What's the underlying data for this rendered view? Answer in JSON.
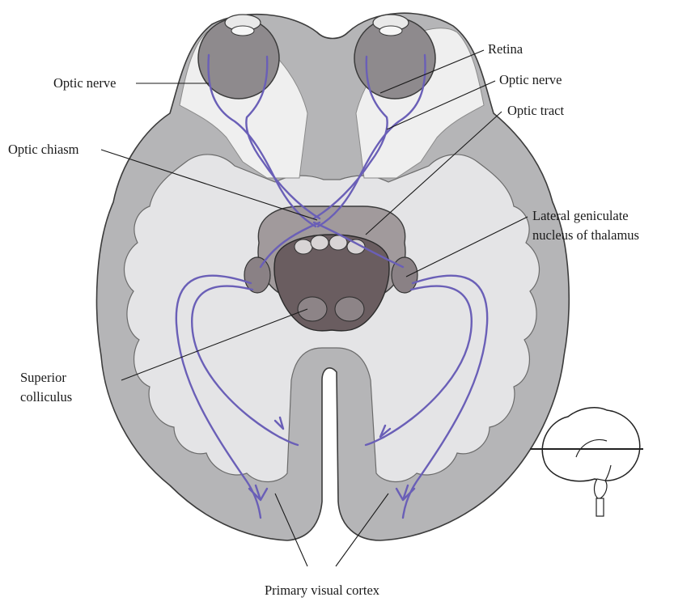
{
  "labels": {
    "optic_nerve_left": "Optic nerve",
    "retina": "Retina",
    "optic_nerve_right": "Optic nerve",
    "optic_tract": "Optic tract",
    "optic_chiasm": "Optic chiasm",
    "lgn_line1": "Lateral geniculate",
    "lgn_line2": "nucleus of thalamus",
    "superior_line1": "Superior",
    "superior_line2": "colliculus",
    "primary_visual_cortex": "Primary visual cortex"
  },
  "colors": {
    "cortex": "#b5b5b7",
    "white_matter": "#e4e4e6",
    "frontal_light": "#efefef",
    "midbrain": "#6a5d60",
    "thalamus": "#a19a9c",
    "eye": "#8e8a8d",
    "visual_pathway": "#6a5fb7",
    "line": "#1a1a1a"
  }
}
